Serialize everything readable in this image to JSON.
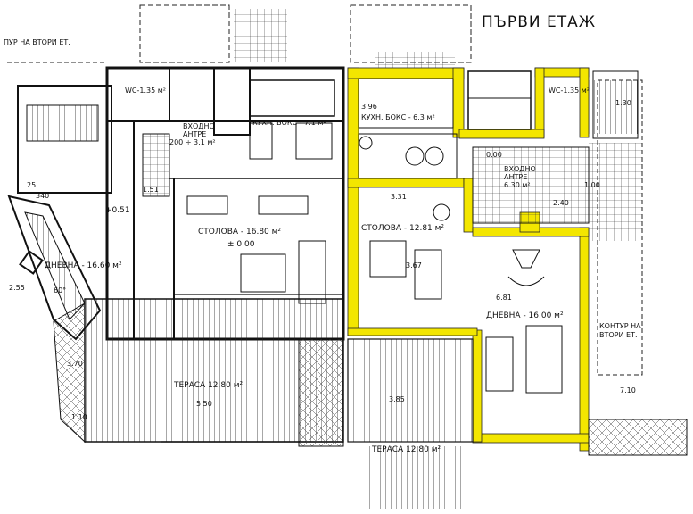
{
  "plan": {
    "title": "ПЪРВИ ЕТАЖ",
    "labels": {
      "contour_left": "ПУР НА ВТОРИ ЕТ.",
      "contour_right_1": "КОНТУР НА",
      "contour_right_2": "ВТОРИ ЕТ.",
      "wc_left": "WC-1.35 м²",
      "vhod_left_1": "ВХОДНО",
      "vhod_left_2": "АНТРЕ",
      "vhod_left_area": "200 ÷ 3.1 м²",
      "kitchen_left": "КУХН. БОКС - 7.1 м²",
      "dining_left": "СТОЛОВА - 16.80 м²",
      "level_left": "± 0.00",
      "living_left": "ДНЕВНА - 16.60 м²",
      "terrace_left": "ТЕРАСА 12.80 м²",
      "level_side": "+0.51",
      "kitchen_right": "КУХН. БОКС - 6.3 м²",
      "wc_right": "WC-1.35 м²",
      "vhod_right_1": "ВХОДНО",
      "vhod_right_2": "АНТРЕ",
      "vhod_right_area": "6.30 м²",
      "level_right": "0.00",
      "dining_right": "СТОЛОВА - 12.81 м²",
      "living_right": "ДНЕВНА - 16.00 м²",
      "terrace_right": "ТЕРАСА 12.80 м²"
    },
    "dimensions": [
      "340",
      "3.96",
      "3.31",
      "3.67",
      "6.81",
      "5.50",
      "3.85",
      "3.70",
      "1.10",
      "60°",
      "2.55",
      "7.10",
      "1.00",
      "2.40",
      "1.30",
      "1.51",
      "25"
    ],
    "colors": {
      "highlight": "#f3e600",
      "ink": "#111111",
      "paper": "#ffffff"
    }
  }
}
